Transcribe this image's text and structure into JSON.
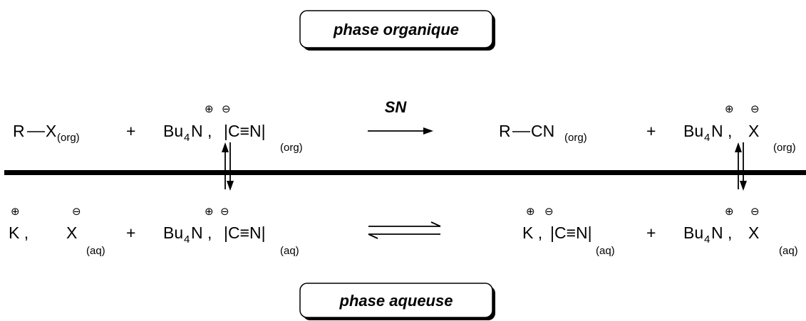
{
  "labels": {
    "organic_phase": "phase organique",
    "aqueous_phase": "phase aqueuse",
    "reaction_type": "SN"
  },
  "symbols": {
    "plus_sign": "+",
    "cation_charge": "⊕",
    "anion_charge": "⊖"
  },
  "organic": {
    "r_x": {
      "group": "R",
      "atom": "X",
      "phase": "(org)"
    },
    "catalyst_cation": {
      "main": "Bu",
      "sub": "4",
      "end": "N ,"
    },
    "cyanide": {
      "text": "|C≡N|",
      "phase": "(org)"
    },
    "r_cn": {
      "group": "R",
      "atom": "CN",
      "phase": "(org)"
    },
    "product_salt": {
      "main": "Bu",
      "sub": "4",
      "end": "N ,",
      "anion": "X",
      "phase": "(org)"
    }
  },
  "aqueous": {
    "kx": {
      "cation": "K ,",
      "anion": "X",
      "phase": "(aq)"
    },
    "catalyst_cation": {
      "main": "Bu",
      "sub": "4",
      "end": "N ,"
    },
    "cyanide": {
      "text": "|C≡N|",
      "phase": "(aq)"
    },
    "kcn": {
      "cation": "K ,",
      "cyanide": "|C≡N|",
      "phase": "(aq)"
    },
    "product_salt": {
      "main": "Bu",
      "sub": "4",
      "end": "N ,",
      "anion": "X",
      "phase": "(aq)"
    }
  }
}
